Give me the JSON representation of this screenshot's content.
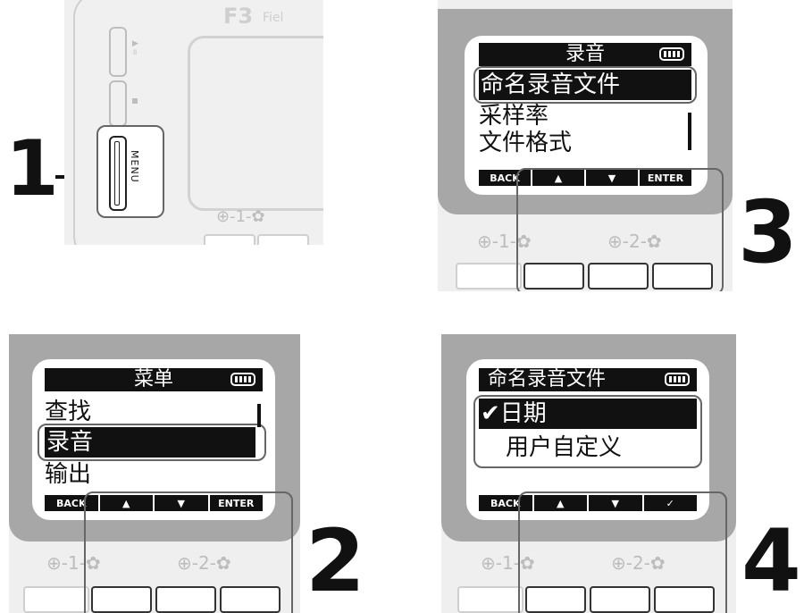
{
  "steps": [
    "1",
    "2",
    "3",
    "4"
  ],
  "device": {
    "model_title": "F3",
    "model_subtitle": "Fiel",
    "menu_key_label": "MENU",
    "knob1_label": "⊕-1-✿",
    "knob2_label": "⊕-2-✿"
  },
  "screen_menu": {
    "title": "菜单",
    "items": [
      "查找",
      "录音",
      "输出"
    ],
    "selected_index": 1,
    "softkeys": [
      "BACK",
      "▲",
      "▼",
      "ENTER"
    ]
  },
  "screen_record": {
    "title": "录音",
    "items": [
      "命名录音文件",
      "采样率",
      "文件格式"
    ],
    "selected_index": 0,
    "softkeys": [
      "BACK",
      "▲",
      "▼",
      "ENTER"
    ]
  },
  "screen_naming": {
    "title": "命名录音文件",
    "items": [
      "✔日期",
      "用户自定义"
    ],
    "selected_index": 0,
    "softkeys": [
      "BACK",
      "▲",
      "▼",
      "✓"
    ]
  },
  "colors": {
    "bezel": "#a7a7a7",
    "lcd_black": "#111111",
    "page_bg": "#efefef"
  }
}
